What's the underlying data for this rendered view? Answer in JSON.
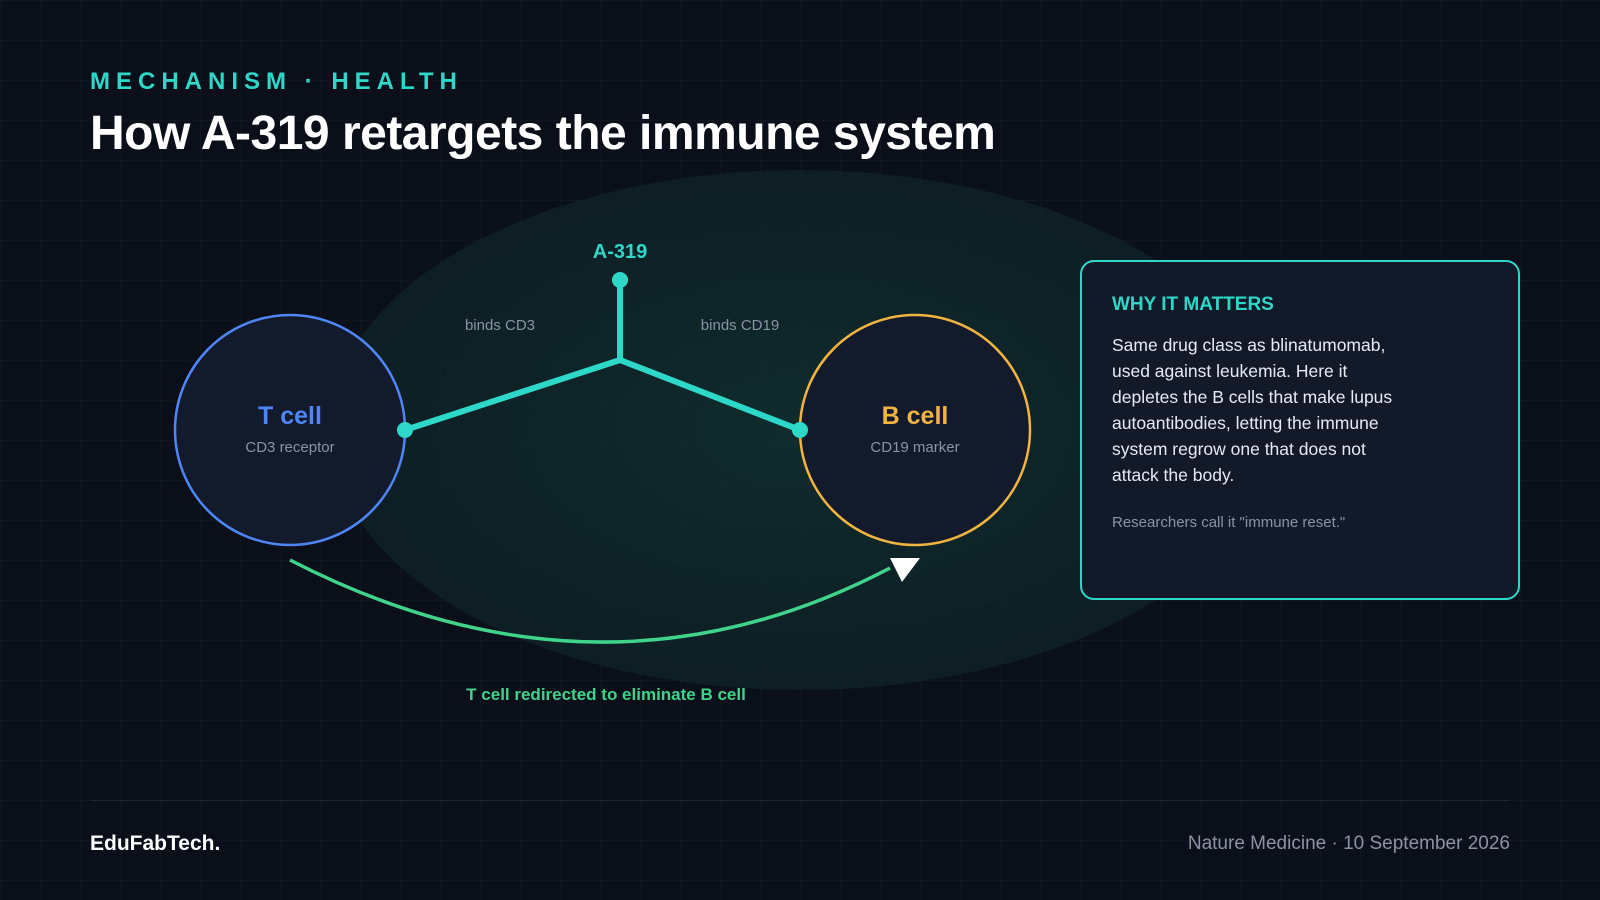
{
  "header": {
    "kicker": "MECHANISM · HEALTH",
    "title": "How A-319 retargets the immune system"
  },
  "diagram": {
    "drug_label": "A-319",
    "left_arm_label": "binds CD3",
    "right_arm_label": "binds CD19",
    "t_cell": {
      "name": "T cell",
      "sub": "CD3 receptor"
    },
    "b_cell": {
      "name": "B cell",
      "sub": "CD19 marker"
    },
    "redirect_label": "T cell redirected to eliminate B cell"
  },
  "card": {
    "heading": "WHY IT MATTERS",
    "body": "Same drug class as blinatumomab, used against leukemia. Here it depletes the B cells that make lupus autoantibodies, letting the immune system regrow one that does not attack the body.",
    "note": "Researchers call it \"immune reset.\""
  },
  "footer": {
    "brand": "EduFabTech.",
    "source": "Nature Medicine · 10 September 2026"
  },
  "colors": {
    "accent": "#2ed8c8",
    "t_cell": "#4f86f7",
    "b_cell": "#f2b441",
    "redirect": "#3fd48a"
  }
}
